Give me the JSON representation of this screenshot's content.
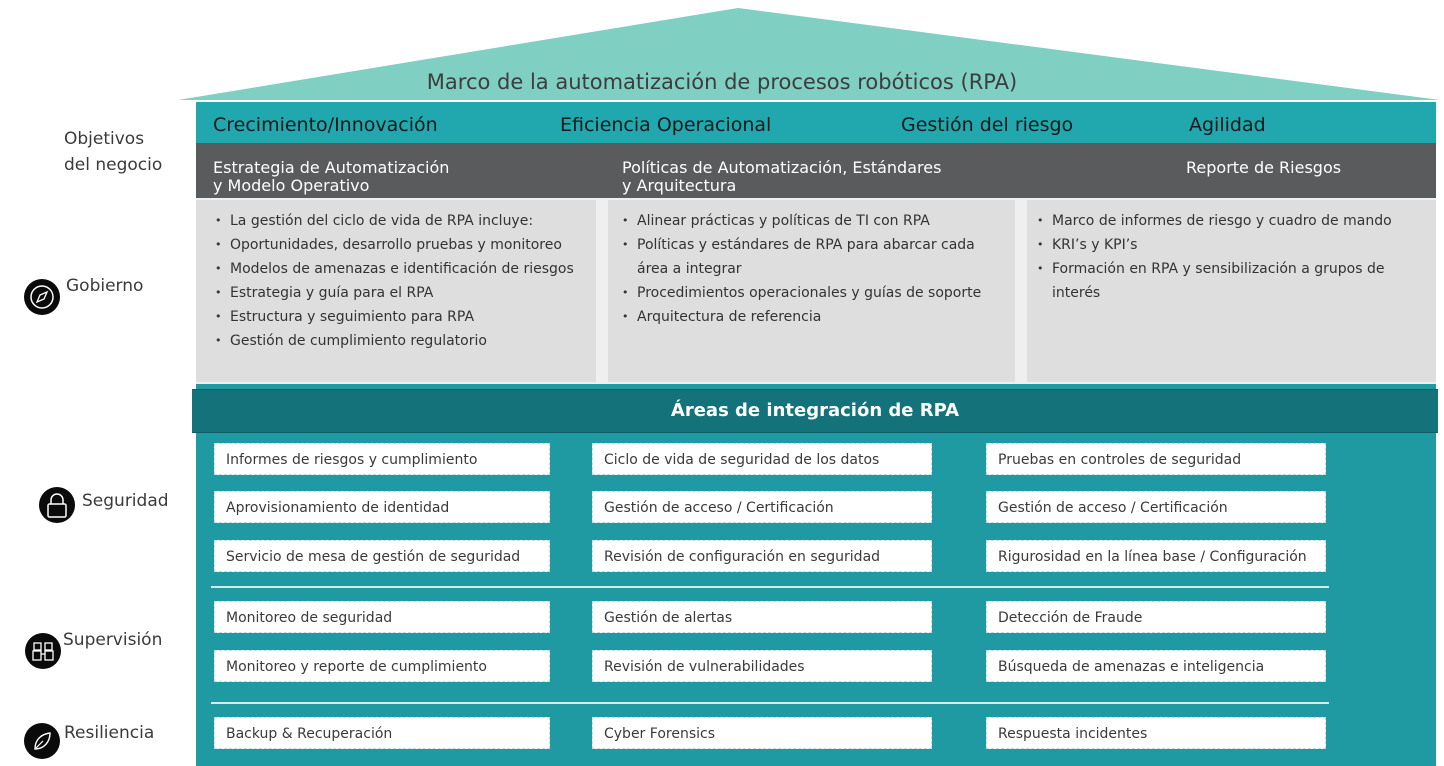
{
  "roof": {
    "title": "Marco de la automatización de procesos robóticos (RPA)",
    "color": "#7fcfc2"
  },
  "sidebar": {
    "objectives_line1": "Objetivos",
    "objectives_line2": "del negocio",
    "governance": {
      "label": "Gobierno",
      "icon": "compass-icon"
    },
    "security": {
      "label": "Seguridad",
      "icon": "lock-icon"
    },
    "supervision": {
      "label": "Supervisión",
      "icon": "binoculars-icon"
    },
    "resilience": {
      "label": "Resiliencia",
      "icon": "leaf-icon"
    }
  },
  "goals": [
    "Crecimiento/Innovación",
    "Eficiencia Operacional",
    "Gestión del riesgo",
    "Agilidad"
  ],
  "governance": {
    "headers": [
      {
        "line1": "Estrategia de Automatización",
        "line2": "y Modelo Operativo"
      },
      {
        "line1": "Políticas de Automatización, Estándares",
        "line2": "y Arquitectura"
      },
      {
        "line1": "Reporte de Riesgos",
        "line2": ""
      }
    ],
    "columns": [
      [
        "La gestión del ciclo de vida de RPA incluye:",
        "Oportunidades, desarrollo pruebas y monitoreo",
        "Modelos de amenazas e identificación de riesgos",
        "Estrategia y guía para el RPA",
        "Estructura y seguimiento para RPA",
        "Gestión de cumplimiento regulatorio"
      ],
      [
        "Alinear prácticas y políticas de TI con RPA",
        "Políticas y estándares de RPA para abarcar cada",
        "área a integrar",
        "Procedimientos operacionales y guías de soporte",
        "Arquitectura de referencia"
      ],
      [
        "Marco de informes de riesgo y cuadro de mando",
        "KRI’s y KPI’s",
        "Formación en RPA y sensibilización a grupos de",
        "interés"
      ]
    ]
  },
  "integration": {
    "title": "Áreas de integración de RPA",
    "security": [
      [
        "Informes de riesgos y cumplimiento",
        "Ciclo de vida de seguridad de los datos",
        "Pruebas en controles de seguridad"
      ],
      [
        "Aprovisionamiento de identidad",
        "Gestión de acceso / Certificación",
        "Gestión de acceso / Certificación"
      ],
      [
        "Servicio de mesa de gestión de seguridad",
        "Revisión de configuración en seguridad",
        "Rigurosidad en la línea base / Configuración"
      ]
    ],
    "supervision": [
      [
        "Monitoreo de seguridad",
        "Gestión de alertas",
        "Detección de Fraude"
      ],
      [
        "Monitoreo y reporte de cumplimiento",
        "Revisión de vulnerabilidades",
        "Búsqueda de amenazas e inteligencia"
      ]
    ],
    "resilience": [
      [
        "Backup & Recuperación",
        "Cyber Forensics",
        "Respuesta  incidentes"
      ]
    ]
  },
  "colors": {
    "goals": "#21a7ae",
    "header_gray": "#5a5b5d",
    "panel": "#dedede",
    "rpa_band": "#1f9aa3",
    "rpa_header": "#13727a"
  }
}
